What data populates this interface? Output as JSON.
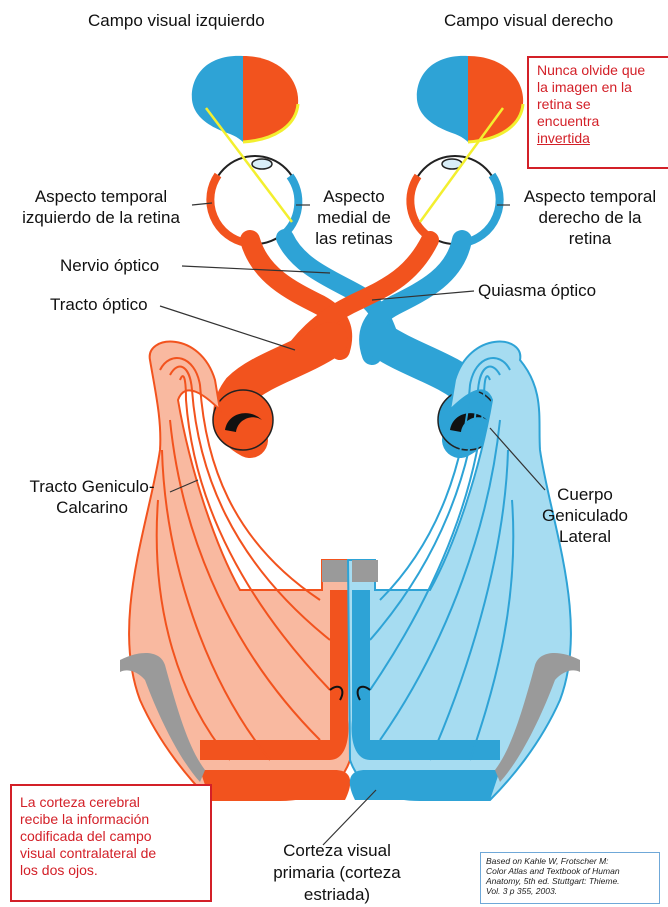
{
  "labels": {
    "left_field": "Campo visual izquierdo",
    "right_field": "Campo visual derecho",
    "left_temporal": [
      "Aspecto temporal",
      "izquierdo de la retina"
    ],
    "medial": [
      "Aspecto",
      "medial de",
      "las retinas"
    ],
    "right_temporal": [
      "Aspecto temporal",
      "derecho de la",
      "retina"
    ],
    "optic_nerve": "Nervio óptico",
    "optic_chiasm": "Quiasma óptico",
    "optic_tract": "Tracto óptico",
    "geniculo_tract": [
      "Tracto Geniculo-",
      "Calcarino"
    ],
    "lgn": [
      "Cuerpo",
      "Geniculado",
      "Lateral"
    ],
    "visual_cortex": [
      "Corteza visual",
      "primaria (corteza",
      "estriada)"
    ]
  },
  "notes": {
    "top_note": [
      "Nunca olvide que",
      "la imagen en la",
      "retina se",
      "encuentra",
      "invertida"
    ],
    "bottom_note": [
      "La corteza cerebral",
      "recibe la información",
      "codificada del campo",
      "visual contralateral  de",
      "los dos ojos."
    ]
  },
  "citation": [
    "Based on Kahle W, Frotscher M:",
    "Color Atlas and Textbook of Human",
    "Anatomy, 5th ed. Stuttgart: Thieme.",
    "Vol. 3 p 355, 2003."
  ],
  "colors": {
    "left_pathway": "#f2531e",
    "left_pathway_light": "#f9b9a0",
    "right_pathway": "#2ea3d6",
    "right_pathway_light": "#a6dcf1",
    "note_red": "#d32028",
    "cortex_gray": "#9a9a9a",
    "ray_yellow": "#f3ef2f"
  }
}
